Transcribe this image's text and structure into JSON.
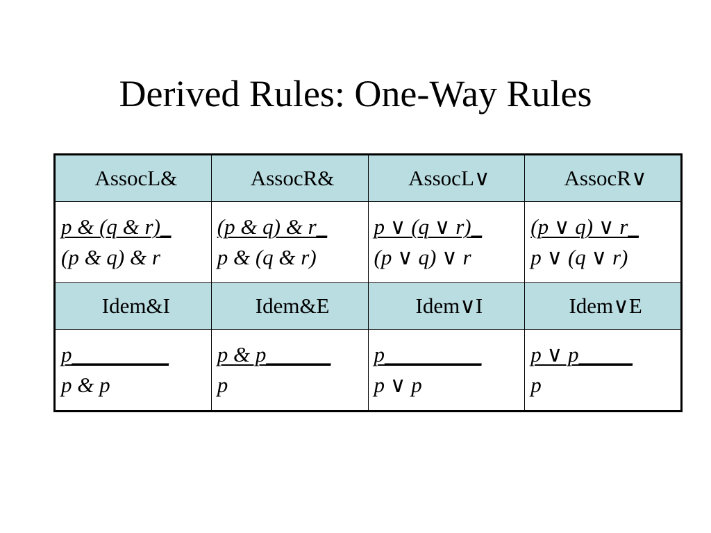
{
  "title": "Derived Rules: One-Way Rules",
  "rules": [
    [
      {
        "name": "AssocL&",
        "premise": "p & (q & r)_",
        "conclusion": "(p & q) & r"
      },
      {
        "name": "AssocR&",
        "premise": "(p & q) & r_",
        "conclusion": "p & (q & r)"
      },
      {
        "name": "AssocL∨",
        "premise": "p ∨ (q ∨ r)_",
        "conclusion": "(p ∨ q) ∨ r"
      },
      {
        "name": "AssocR∨",
        "premise": "(p ∨ q) ∨ r_",
        "conclusion": "p ∨ (q ∨ r)"
      }
    ],
    [
      {
        "name": "Idem&I",
        "premise": "p_________",
        "conclusion": "p & p"
      },
      {
        "name": "Idem&E",
        "premise": "p & p______",
        "conclusion": "p"
      },
      {
        "name": "Idem∨I",
        "premise": "p_________",
        "conclusion": "p ∨ p"
      },
      {
        "name": "Idem∨E",
        "premise": "p ∨ p_____",
        "conclusion": "p"
      }
    ]
  ],
  "colors": {
    "header_fill": "#badde1",
    "border": "#000000"
  }
}
